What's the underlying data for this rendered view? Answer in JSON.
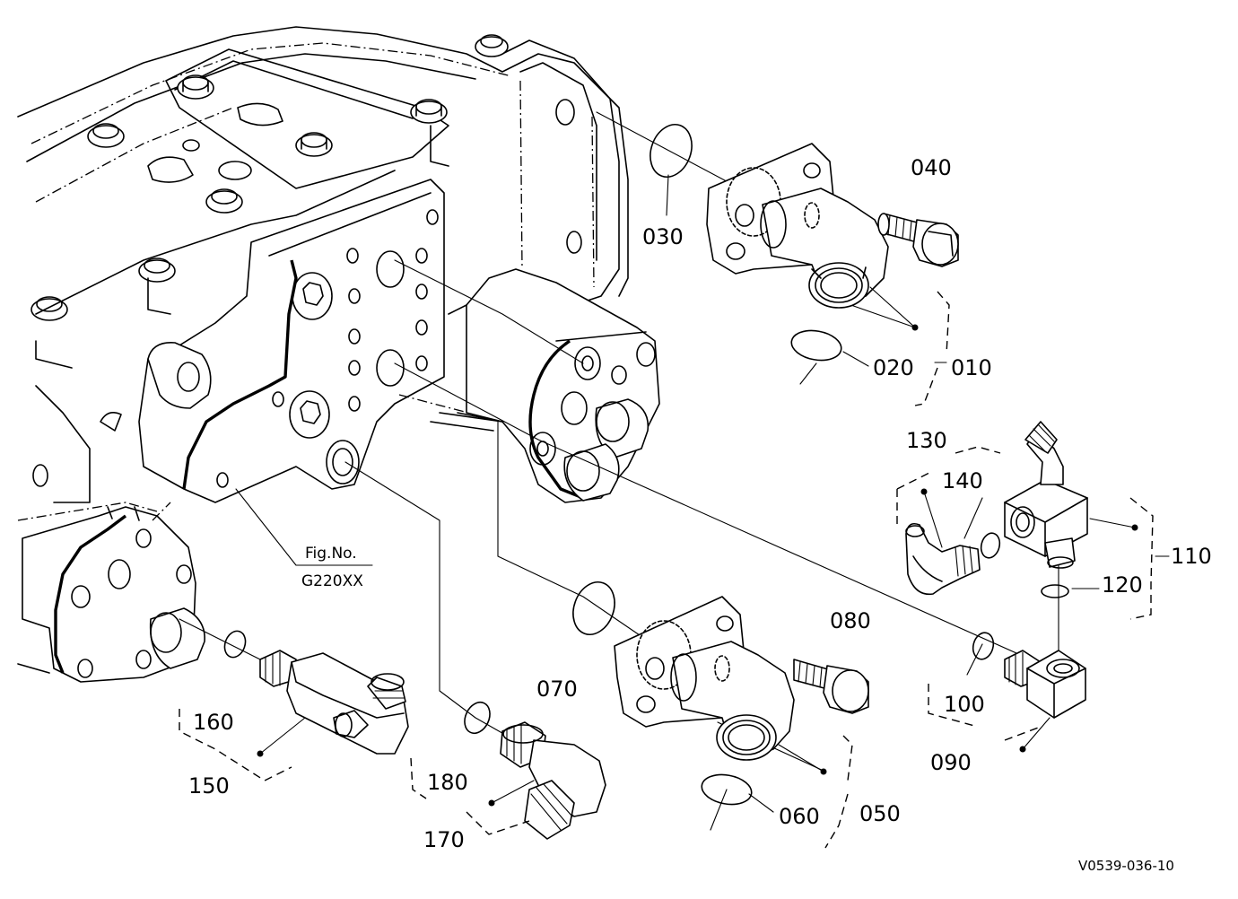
{
  "callouts": {
    "p010": "010",
    "p020": "020",
    "p030": "030",
    "p040": "040",
    "p050": "050",
    "p060": "060",
    "p070": "070",
    "p080": "080",
    "p090": "090",
    "p100": "100",
    "p110": "110",
    "p120": "120",
    "p130": "130",
    "p140": "140",
    "p150": "150",
    "p160": "160",
    "p170": "170",
    "p180": "180"
  },
  "figure_ref": {
    "line1": "Fig.No.",
    "line2": "G220XX"
  },
  "drawing_code": "V0539-036-10"
}
